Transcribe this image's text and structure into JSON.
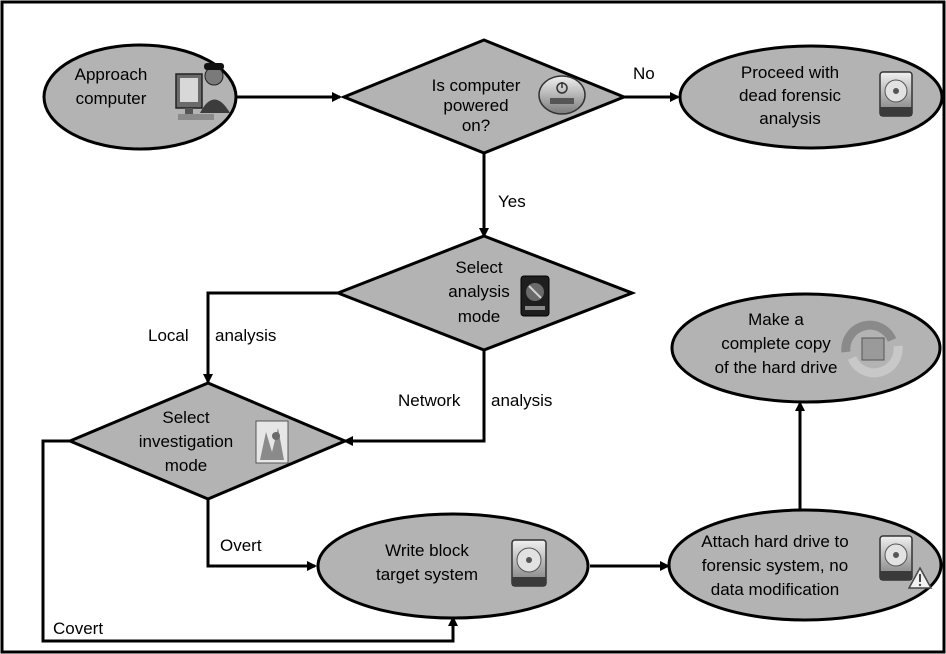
{
  "colors": {
    "node_fill": "#b3b3b3",
    "stroke": "#000000",
    "background": "#ffffff"
  },
  "nodes": {
    "approach": {
      "lines": [
        "Approach",
        "computer"
      ],
      "icon": "user-at-computer-icon"
    },
    "powered": {
      "lines": [
        "Is computer",
        "powered",
        "on?"
      ],
      "icon": "power-button-icon"
    },
    "dead": {
      "lines": [
        "Proceed with",
        "dead forensic",
        "analysis"
      ],
      "icon": "hard-drive-icon"
    },
    "analysis_mode": {
      "lines": [
        "Select",
        "analysis",
        "mode"
      ],
      "icon": "device-icon"
    },
    "copy": {
      "lines": [
        "Make a",
        "complete copy",
        "of the hard drive"
      ],
      "icon": "copy-cycle-icon"
    },
    "investigation": {
      "lines": [
        "Select",
        "investigation",
        "mode"
      ],
      "icon": "document-image-icon"
    },
    "write_block": {
      "lines": [
        "Write block",
        "target system"
      ],
      "icon": "hard-drive-icon"
    },
    "attach": {
      "lines": [
        "Attach hard drive to",
        "forensic system, no",
        "data modification"
      ],
      "icon": "hard-drive-warning-icon"
    }
  },
  "edges": {
    "no": "No",
    "yes": "Yes",
    "local": "Local",
    "local_analysis": "analysis",
    "network": "Network",
    "network_analysis": "analysis",
    "overt": "Overt",
    "covert": "Covert"
  }
}
